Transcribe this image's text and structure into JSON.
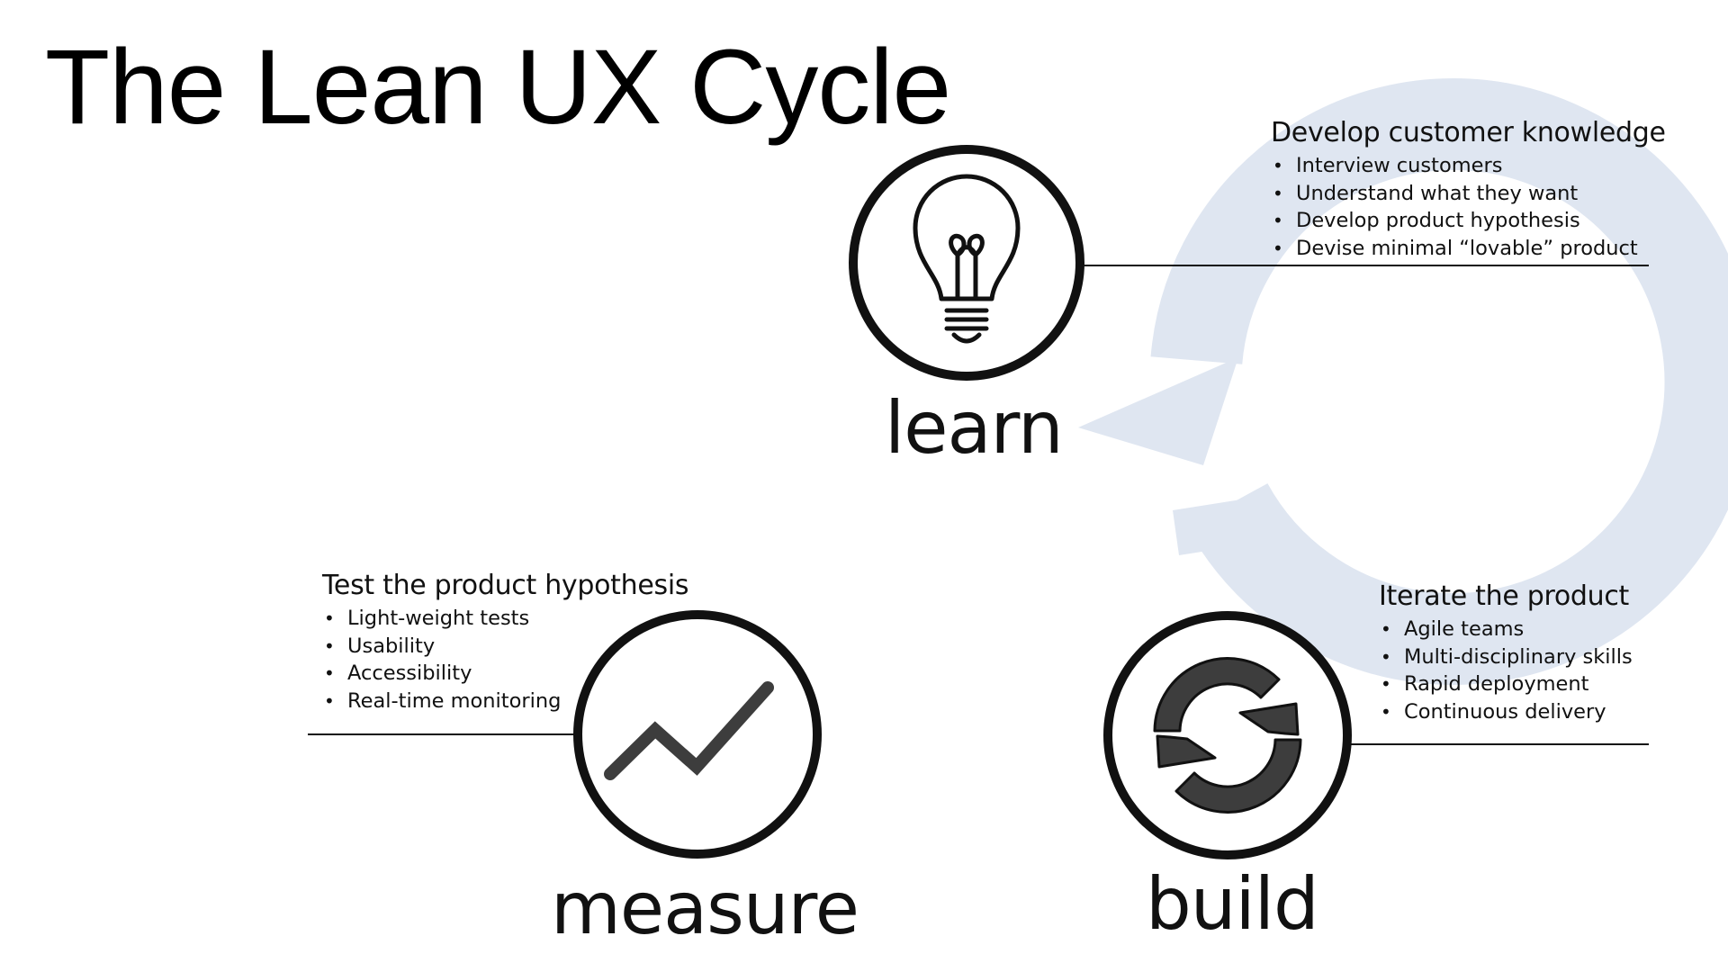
{
  "title": "The Lean UX Cycle",
  "colors": {
    "cycle_arrow": "#dfe6f1",
    "outline": "#111111",
    "icon_fill": "#3d3d3d"
  },
  "stages": {
    "learn": {
      "label": "learn",
      "icon": "lightbulb-icon",
      "heading": "Develop customer knowledge",
      "items": [
        "Interview customers",
        "Understand what they want",
        "Develop product hypothesis",
        "Devise minimal “lovable” product"
      ]
    },
    "build": {
      "label": "build",
      "icon": "refresh-cycle-icon",
      "heading": "Iterate the product",
      "items": [
        "Agile teams",
        "Multi-disciplinary skills",
        "Rapid deployment",
        "Continuous delivery"
      ]
    },
    "measure": {
      "label": "measure",
      "icon": "trend-line-icon",
      "heading": "Test the product hypothesis",
      "items": [
        "Light-weight tests",
        "Usability",
        "Accessibility",
        "Real-time monitoring"
      ]
    }
  }
}
